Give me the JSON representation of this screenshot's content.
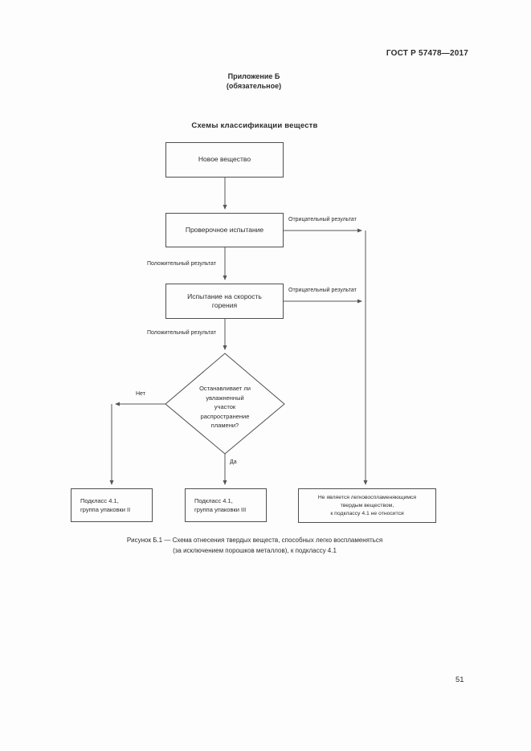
{
  "doc": {
    "header": "ГОСТ Р 57478—2017",
    "annex": "Приложение Б\n(обязательное)",
    "title": "Схемы классификации веществ",
    "caption": "Рисунок Б.1 — Схема отнесения твердых веществ, способных легко воспламеняться\n(за исключением порошков металлов), к подклассу 4.1",
    "page_number": "51"
  },
  "flow": {
    "new_substance": "Новое вещество",
    "screening_test": "Проверочное испытание",
    "burning_rate_test": "Испытание на скорость\nгорения",
    "decision": "Останавливает ли\nувлажненный\nучасток\nраспространение\nпламени?",
    "negative_result_1": "Отрицательный результат",
    "negative_result_2": "Отрицательный результат",
    "positive_result_1": "Положительный результат",
    "positive_result_2": "Положительный результат",
    "no_label": "Нет",
    "yes_label": "Да",
    "outcome_packing_group_2": "Подкласс 4.1,\nгруппа упаковки II",
    "outcome_packing_group_3": "Подкласс 4.1,\nгруппа упаковки III",
    "outcome_not_class_41": "Не является легковоспламеняющимся\nтвердым веществом,\nк подклассу 4.1 не относится"
  },
  "colors": {
    "line": "#565656",
    "box_border": "#4f4f4f",
    "text": "#2b2b2b"
  }
}
